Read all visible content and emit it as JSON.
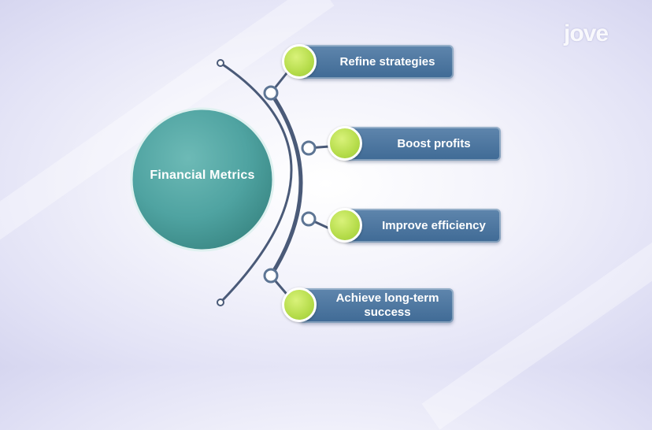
{
  "center": {
    "label": "Financial Metrics"
  },
  "items": [
    {
      "label": "Refine strategies"
    },
    {
      "label": "Boost profits"
    },
    {
      "label": "Improve efficiency"
    },
    {
      "label": "Achieve long-term success"
    }
  ],
  "logo": {
    "text": "jove"
  },
  "colors": {
    "center_fill": "#4fa3a1",
    "box_fill": "#4a749e",
    "bullet_fill": "#b5dc4a",
    "arc_stroke": "#4a5a78"
  }
}
